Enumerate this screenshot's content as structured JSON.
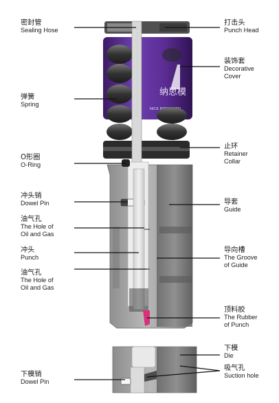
{
  "labels": {
    "sealing_hose": {
      "cn": "密封管",
      "en": "Sealing Hose"
    },
    "spring": {
      "cn": "弹簧",
      "en": "Spring"
    },
    "o_ring": {
      "cn": "O形圈",
      "en": "O-Ring"
    },
    "dowel_pin_top": {
      "cn": "冲头销",
      "en": "Dowel Pin"
    },
    "oil_gas_hole_1": {
      "cn": "油气孔",
      "en": "The Hole of",
      "en2": "Oil and Gas"
    },
    "punch": {
      "cn": "冲头",
      "en": "Punch"
    },
    "oil_gas_hole_2": {
      "cn": "油气孔",
      "en": "The Hole of",
      "en2": "Oil and Gas"
    },
    "dowel_pin_bottom": {
      "cn": "下模销",
      "en": "Dowel Pin"
    },
    "punch_head": {
      "cn": "打击头",
      "en": "Punch Head"
    },
    "decorative_cover": {
      "cn": "装饰套",
      "en": "Decorative",
      "en2": "Cover"
    },
    "retainer_collar": {
      "cn": "止环",
      "en": "Retainer",
      "en2": "Collar"
    },
    "guide": {
      "cn": "导套",
      "en": "Guide"
    },
    "guide_groove": {
      "cn": "导向槽",
      "en": "The  Groove",
      "en2": "of Guide"
    },
    "punch_rubber": {
      "cn": "顶料胶",
      "en": "The Rubber",
      "en2": "of Punch"
    },
    "die": {
      "cn": "下模",
      "en": "Die"
    },
    "suction_hole": {
      "cn": "吸气孔",
      "en": "Suction hole"
    }
  },
  "brand_text": {
    "cn": "纳思模",
    "en": "NICE PRECISION"
  },
  "colors": {
    "body_gray": "#a9a9a9",
    "dark_gray": "#3a3a3a",
    "purple": "#5b2c8f",
    "punch_light": "#e4e4e4",
    "rubber_pink": "#d6317c"
  }
}
